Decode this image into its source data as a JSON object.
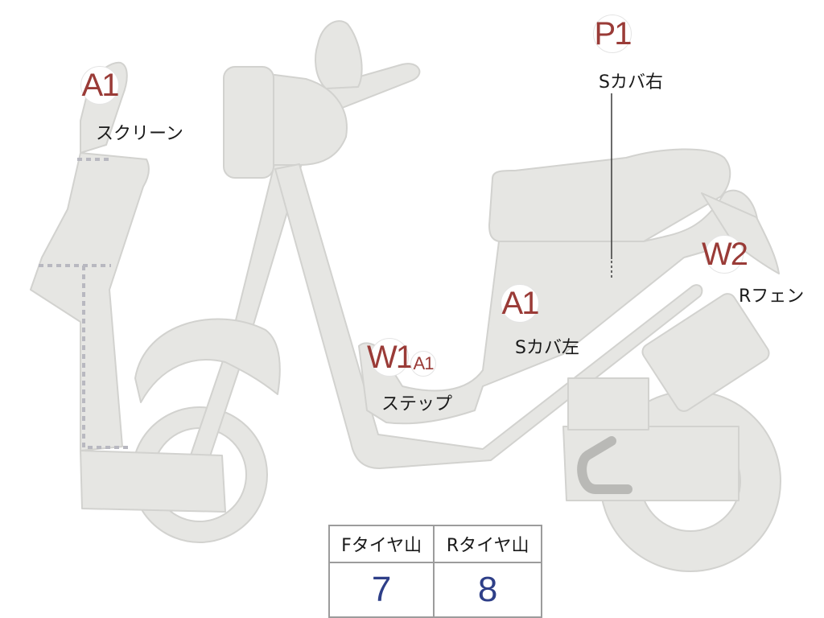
{
  "colors": {
    "body_fill": "#e6e6e3",
    "outline": "#d2d2cf",
    "code_text": "#9a3b37",
    "value_text": "#2e3f88"
  },
  "damage_marks": [
    {
      "code": "A1",
      "part": "スクリーン"
    },
    {
      "code": "P1",
      "part": "Sカバ右"
    },
    {
      "code": "A1",
      "part": "Sカバ左"
    },
    {
      "code": "W2",
      "part": "Rフェン"
    },
    {
      "code": "W1",
      "code_extra": "A1",
      "part": "ステップ"
    }
  ],
  "tread_table": {
    "front_label": "Fタイヤ山",
    "rear_label": "Rタイヤ山",
    "front_value": "7",
    "rear_value": "8"
  }
}
